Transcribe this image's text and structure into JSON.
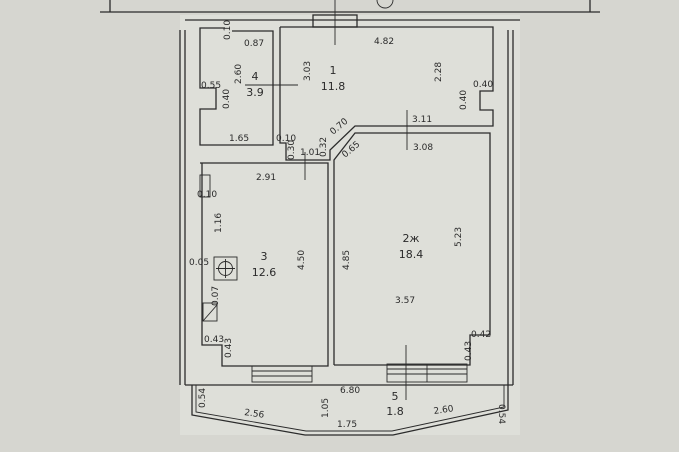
{
  "rooms": [
    {
      "number": "1",
      "area": "11.8"
    },
    {
      "number": "2ж",
      "area": "18.4"
    },
    {
      "number": "3",
      "area": "12.6"
    },
    {
      "number": "4",
      "area": "3.9"
    },
    {
      "number": "5",
      "area": "1.8"
    }
  ],
  "dimensions": {
    "r4_top_notch": "0.10",
    "r4_top": "0.87",
    "r4_height": "2.60",
    "r4_notch_w": "0.55",
    "r4_notch_h": "0.40",
    "r4_bottom": "1.65",
    "r1_top": "4.82",
    "r1_left": "3.03",
    "r1_right": "2.28",
    "r1_notch_w": "0.40",
    "r1_notch_h": "0.40",
    "r1_bottom": "3.11",
    "hall_010": "0.10",
    "hall_030": "0.30",
    "hall_101": "1.01",
    "hall_032": "0.32",
    "diag_070": "0.70",
    "diag_065": "0.65",
    "r2_top": "3.08",
    "r2_left": "4.85",
    "r2_right": "5.23",
    "r2_width": "3.57",
    "r2_notch_w": "0.42",
    "r2_notch_h": "0.43",
    "r3_top": "2.91",
    "r3_notch": "0.10",
    "r3_116": "1.16",
    "r3_005": "0.05",
    "r3_height": "4.50",
    "r3_007": "0.07",
    "r3_notch_w": "0.43",
    "r3_notch_h": "0.43",
    "b_width": "6.80",
    "b_left": "0.54",
    "b_depth": "1.05",
    "b_right": "0.54",
    "b_left_diag": "2.56",
    "b_center": "1.75",
    "b_right_diag": "2.60"
  }
}
